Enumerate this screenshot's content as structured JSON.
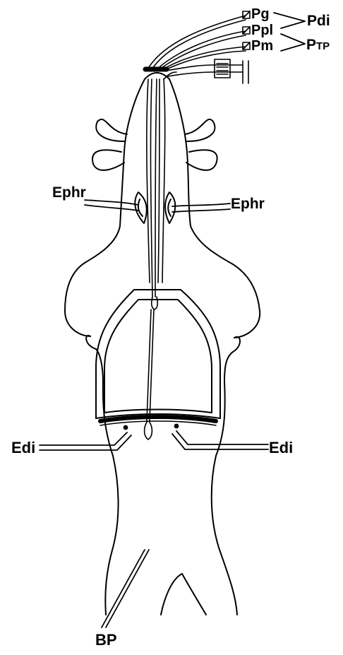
{
  "labels": {
    "pg": "Pg",
    "ppl": "Ppl",
    "pm": "Pm",
    "pdi": "Pdi",
    "ptp_main": "P",
    "ptp_sub": "TP",
    "ephr_left": "Ephr",
    "ephr_right": "Ephr",
    "edi_left": "Edi",
    "edi_right": "Edi",
    "bp": "BP"
  }
}
